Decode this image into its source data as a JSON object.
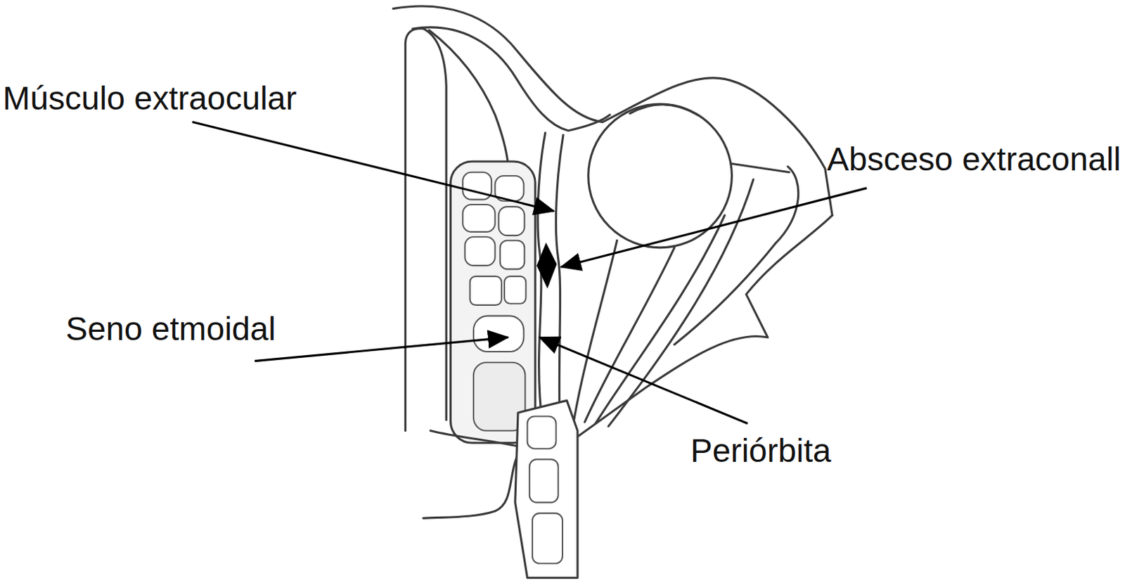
{
  "diagram": {
    "labels": [
      "Músculo extraocular",
      "Absceso extraconall",
      "Seno etmoidal",
      "Periórbita"
    ]
  }
}
